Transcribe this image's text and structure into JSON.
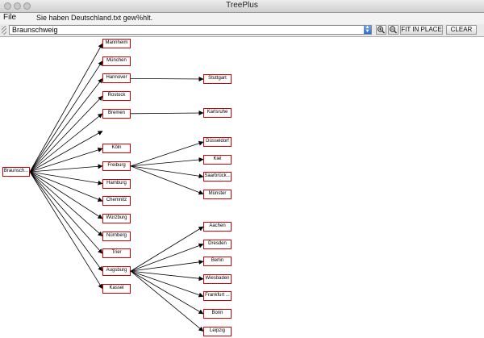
{
  "window": {
    "title": "TreePlus"
  },
  "menu": {
    "file": "File"
  },
  "status": {
    "message": "Sie haben Deutschland.txt gew%hlt."
  },
  "toolbar": {
    "selected_root": "Braunschweig",
    "zoom_in_icon": "zoom-in-icon",
    "zoom_out_icon": "zoom-out-icon",
    "fit_label": "FIT IN PLACE",
    "clear_label": "CLEAR"
  },
  "tree": {
    "root": "Braunsch...",
    "children": [
      {
        "label": "Mannheim",
        "children": []
      },
      {
        "label": "München",
        "children": []
      },
      {
        "label": "Hannover",
        "children": [
          "Stuttgart"
        ]
      },
      {
        "label": "Rostock",
        "children": []
      },
      {
        "label": "Bremen",
        "children": [
          "Karlsruhe"
        ]
      },
      {
        "label": "",
        "children": []
      },
      {
        "label": "Köln",
        "children": []
      },
      {
        "label": "Freiburg",
        "children": [
          "Düsseldorf",
          "Kiel",
          "Saarbrück...",
          "Münster"
        ]
      },
      {
        "label": "Hamburg",
        "children": []
      },
      {
        "label": "Chemnitz",
        "children": []
      },
      {
        "label": "Würzburg",
        "children": []
      },
      {
        "label": "Nürnberg",
        "children": []
      },
      {
        "label": "Trier",
        "children": []
      },
      {
        "label": "Augsburg",
        "children": [
          "Aachen",
          "Dresden",
          "Berlin",
          "Wiesbaden",
          "Frankfurt ...",
          "Bonn",
          "Leipzig"
        ]
      },
      {
        "label": "Kassel",
        "children": []
      }
    ]
  },
  "colors": {
    "node_border": "#d20000",
    "edge": "#000000"
  }
}
